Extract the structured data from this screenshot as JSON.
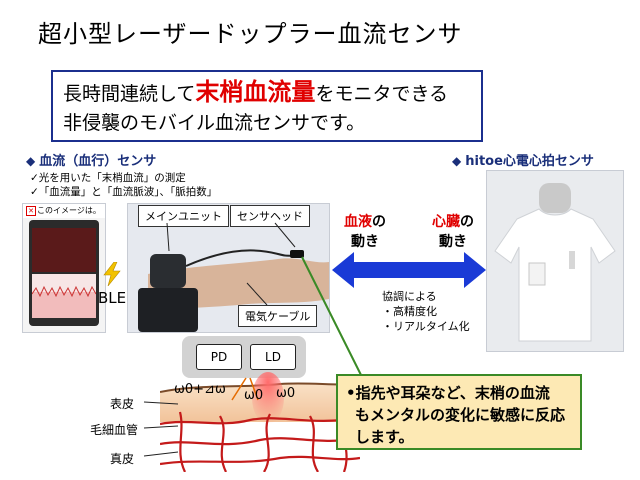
{
  "title": "超小型レーザードップラー血流センサ",
  "callout": {
    "pre": "長時間連続して",
    "highlight": "末梢血流量",
    "post": "をモニタできる",
    "line2": "非侵襲のモバイル血流センサです。"
  },
  "left_section": {
    "heading": "血流（血行）センサ",
    "notes": [
      "✓光を用いた「末梢血流」の測定",
      "✓「血流量」と「血流脈波」、「脈拍数」"
    ]
  },
  "right_section": {
    "heading": "hitoe心電心拍センサ"
  },
  "phone": {
    "header": "このイメージは。"
  },
  "ble_label": "BLE",
  "sensor_labels": {
    "main_unit": "メインユニット",
    "sensor_head": "センサヘッド",
    "cable": "電気ケーブル"
  },
  "motion": {
    "blood_red": "血液",
    "blood_rest": "の",
    "blood_line2": "動き",
    "heart_red": "心臓",
    "heart_rest": "の",
    "heart_line2": "動き"
  },
  "coordination": {
    "label": "協調による",
    "bullets": [
      "・高精度化",
      "・リアルタイム化"
    ]
  },
  "device": {
    "pd": "PD",
    "ld": "LD"
  },
  "omega": {
    "shifted": "ω0+⊿ω",
    "w1": "ω0",
    "w2": "ω0"
  },
  "tissue_labels": [
    "表皮",
    "毛細血管",
    "真皮"
  ],
  "highlight_box": {
    "line1": "•指先や耳朶など、末梢の血流",
    "line2": "もメンタルの変化に敏感に反応",
    "line3": "します。"
  },
  "colors": {
    "accent_blue": "#1b2f8e",
    "red": "#e00000",
    "arrow_blue": "#1a3ad6",
    "note_bg": "#fde9b4",
    "note_border": "#3a8a26"
  }
}
